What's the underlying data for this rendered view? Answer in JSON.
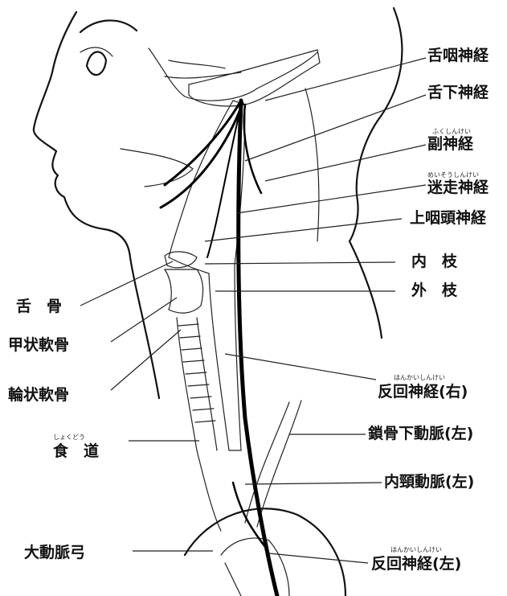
{
  "labels": {
    "glossopharyngeal": "舌咽神経",
    "hypoglossal": "舌下神経",
    "accessory": "副神経",
    "accessory_ruby": "ふくしんけい",
    "vagus": "迷走神経",
    "vagus_ruby": "めいそうしんけい",
    "superior_laryngeal": "上咽頭神経",
    "internal_branch": "内　枝",
    "external_branch": "外　枝",
    "recurrent_right": "反回神経(右)",
    "recurrent_right_ruby": "はんかいしんけい",
    "subclavian_left": "鎖骨下動脈(左)",
    "carotid_left": "内頸動脈(左)",
    "recurrent_left": "反回神経(左)",
    "recurrent_left_ruby": "はんかいしんけい",
    "hyoid": "舌　骨",
    "thyroid_cartilage": "甲状軟骨",
    "cricoid_cartilage": "輪状軟骨",
    "esophagus": "食　道",
    "esophagus_ruby": "しょくどう",
    "aortic_arch": "大動脈弓"
  },
  "colors": {
    "line": "#111111",
    "background": "#ffffff"
  }
}
